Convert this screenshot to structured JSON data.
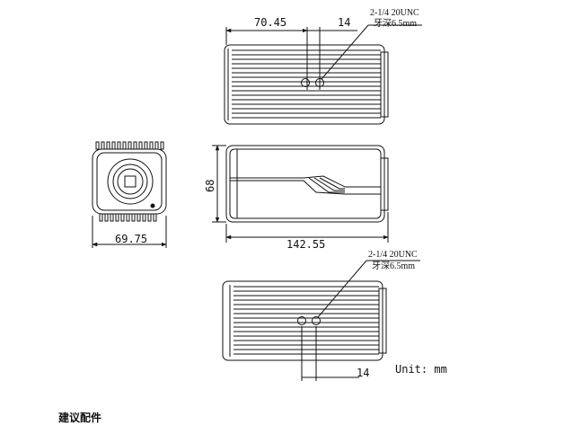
{
  "top_view": {
    "dim_length": "70.45",
    "dim_offset": "14",
    "thread_line1": "2-1/4 20UNC",
    "thread_line2": "牙深6.5mm"
  },
  "front_view": {
    "dim_width": "69.75"
  },
  "side_view": {
    "dim_height": "68",
    "dim_length": "142.55"
  },
  "bottom_view": {
    "thread_line1": "2-1/4 20UNC",
    "thread_line2": "牙深6.5mm",
    "dim_offset": "14",
    "unit_label": "Unit: mm"
  },
  "caption": "建议配件"
}
